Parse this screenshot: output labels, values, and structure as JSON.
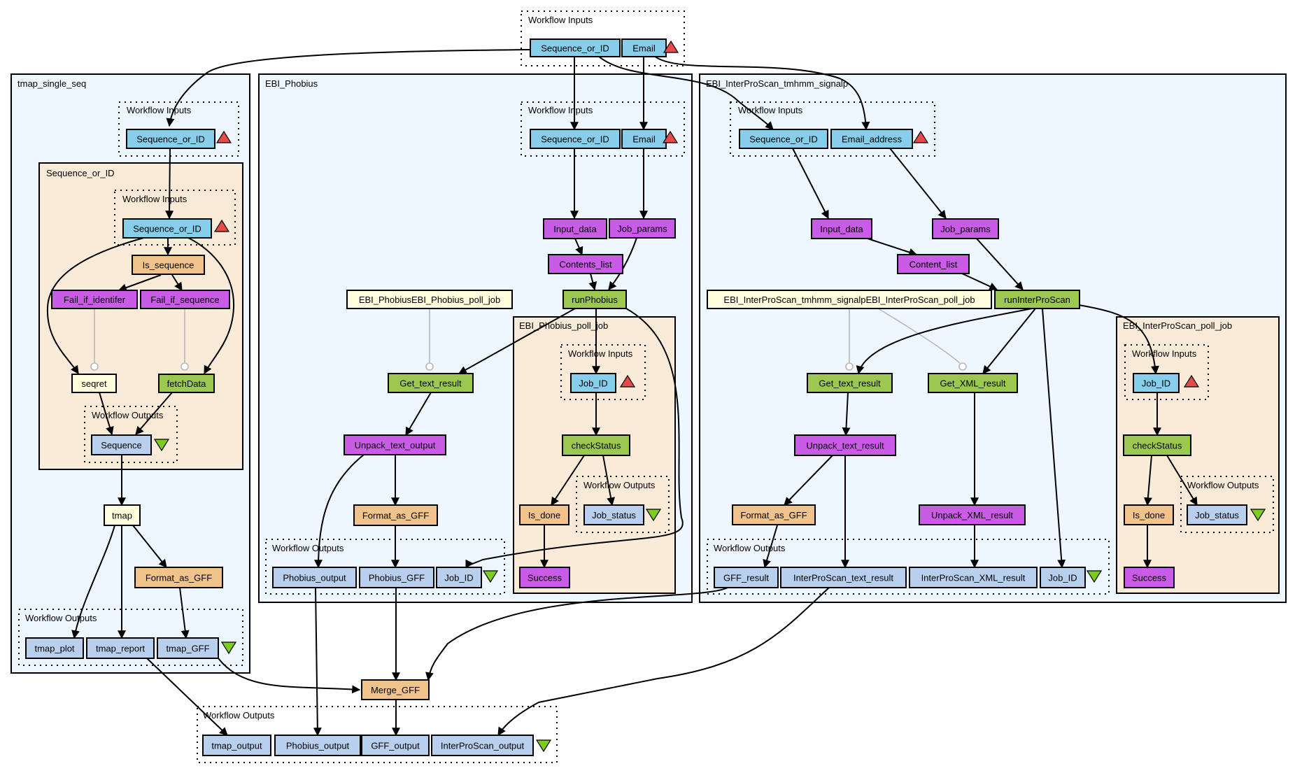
{
  "colors": {
    "input": "#87ceeb",
    "output": "#b8d0ee",
    "beanshell": "#c95be6",
    "wsdl": "#9bc950",
    "local": "#f0c38c",
    "text": "#ffffdd",
    "panel_blue": "#eef6ff",
    "panel_tan": "#faebd9",
    "tri_up": "#e84a4a",
    "tri_down": "#7ccd1e",
    "control": "#b8b8b8"
  },
  "labels": {
    "workflow_inputs": "Workflow Inputs",
    "workflow_outputs": "Workflow Outputs"
  },
  "top": {
    "inputs": [
      "Sequence_or_ID",
      "Email"
    ],
    "outputs": [
      "tmap_output",
      "Phobius_output",
      "GFF_output",
      "InterProScan_output"
    ],
    "merge": "Merge_GFF"
  },
  "tmap": {
    "title": "tmap_single_seq",
    "input": "Sequence_or_ID",
    "nested_title": "Sequence_or_ID",
    "nested_input": "Sequence_or_ID",
    "is_sequence": "Is_sequence",
    "fail_identifier": "Fail_if_identifer",
    "fail_sequence": "Fail_if_sequence",
    "seqret": "seqret",
    "fetchdata": "fetchData",
    "nested_output": "Sequence",
    "tmap": "tmap",
    "format": "Format_as_GFF",
    "outputs": [
      "tmap_plot",
      "tmap_report",
      "tmap_GFF"
    ]
  },
  "phobius": {
    "title": "EBI_Phobius",
    "inputs": [
      "Sequence_or_ID",
      "Email"
    ],
    "input_data": "Input_data",
    "job_params": "Job_params",
    "contents_list": "Contents_list",
    "run": "runPhobius",
    "poll_text": "EBI_PhobiusEBI_Phobius_poll_job",
    "get_text": "Get_text_result",
    "unpack": "Unpack_text_output",
    "format": "Format_as_GFF",
    "outputs": [
      "Phobius_output",
      "Phobius_GFF",
      "Job_ID"
    ],
    "poll": {
      "title": "EBI_Phobius_poll_job",
      "input": "Job_ID",
      "check": "checkStatus",
      "output": "Job_status",
      "is_done": "Is_done",
      "success": "Success"
    }
  },
  "interpro": {
    "title": "EBI_InterProScan_tmhmm_signalp",
    "inputs": [
      "Sequence_or_ID",
      "Email_address"
    ],
    "input_data": "Input_data",
    "job_params": "Job_params",
    "content_list": "Content_list",
    "run": "runInterProScan",
    "poll_text": "EBI_InterProScan_tmhmm_signalpEBI_InterProScan_poll_job",
    "get_text": "Get_text_result",
    "get_xml": "Get_XML_result",
    "unpack_text": "Unpack_text_result",
    "unpack_xml": "Unpack_XML_result",
    "format": "Format_as_GFF",
    "outputs": [
      "GFF_result",
      "InterProScan_text_result",
      "InterProScan_XML_result",
      "Job_ID"
    ],
    "poll": {
      "title": "EBI_InterProScan_poll_job",
      "input": "Job_ID",
      "check": "checkStatus",
      "output": "Job_status",
      "is_done": "Is_done",
      "success": "Success"
    }
  }
}
